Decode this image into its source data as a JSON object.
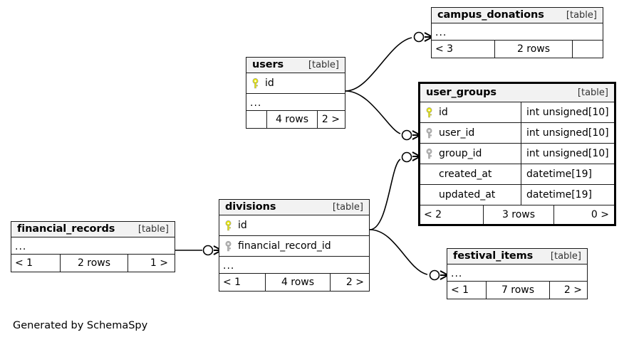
{
  "diagram": {
    "caption": "Generated by SchemaSpy",
    "kind_label": "[table]",
    "ellipsis": "...",
    "colors": {
      "primary_key_icon": "#e8e800",
      "foreign_key_icon": "#b0b0b0",
      "header_background": "#f2f2f2",
      "border": "#1a1a1a",
      "focus_border": "#000000",
      "background": "#ffffff"
    }
  },
  "tables": [
    {
      "id": "campus_donations",
      "name": "campus_donations",
      "kind": "[table]",
      "focus": false,
      "columns": [],
      "ellipsis": "...",
      "footer": {
        "left": "< 3",
        "center": "2 rows",
        "right": ""
      }
    },
    {
      "id": "users",
      "name": "users",
      "kind": "[table]",
      "focus": false,
      "columns": [
        {
          "name": "id",
          "key": "primary",
          "type": ""
        }
      ],
      "ellipsis": "...",
      "footer": {
        "left": "",
        "center": "4 rows",
        "right": "2 >"
      }
    },
    {
      "id": "user_groups",
      "name": "user_groups",
      "kind": "[table]",
      "focus": true,
      "columns": [
        {
          "name": "id",
          "key": "primary",
          "type": "int unsigned[10]"
        },
        {
          "name": "user_id",
          "key": "foreign",
          "type": "int unsigned[10]"
        },
        {
          "name": "group_id",
          "key": "foreign",
          "type": "int unsigned[10]"
        },
        {
          "name": "created_at",
          "key": "none",
          "type": "datetime[19]"
        },
        {
          "name": "updated_at",
          "key": "none",
          "type": "datetime[19]"
        }
      ],
      "ellipsis": "",
      "footer": {
        "left": "< 2",
        "center": "3 rows",
        "right": "0 >"
      }
    },
    {
      "id": "divisions",
      "name": "divisions",
      "kind": "[table]",
      "focus": false,
      "columns": [
        {
          "name": "id",
          "key": "primary",
          "type": ""
        },
        {
          "name": "financial_record_id",
          "key": "foreign",
          "type": ""
        }
      ],
      "ellipsis": "...",
      "footer": {
        "left": "< 1",
        "center": "4 rows",
        "right": "2 >"
      }
    },
    {
      "id": "financial_records",
      "name": "financial_records",
      "kind": "[table]",
      "focus": false,
      "columns": [],
      "ellipsis": "...",
      "footer": {
        "left": "< 1",
        "center": "2 rows",
        "right": "1 >"
      }
    },
    {
      "id": "festival_items",
      "name": "festival_items",
      "kind": "[table]",
      "focus": false,
      "columns": [],
      "ellipsis": "...",
      "footer": {
        "left": "< 1",
        "center": "7 rows",
        "right": "2 >"
      }
    }
  ],
  "relationships": [
    {
      "from": "users.id",
      "to": "campus_donations",
      "cardinality": "one-to-many"
    },
    {
      "from": "users.id",
      "to": "user_groups.user_id",
      "cardinality": "one-to-many"
    },
    {
      "from": "divisions.id",
      "to": "user_groups.group_id",
      "cardinality": "one-to-many"
    },
    {
      "from": "divisions.id",
      "to": "festival_items",
      "cardinality": "one-to-many"
    },
    {
      "from": "financial_records",
      "to": "divisions.financial_record_id",
      "cardinality": "one-to-many"
    }
  ]
}
